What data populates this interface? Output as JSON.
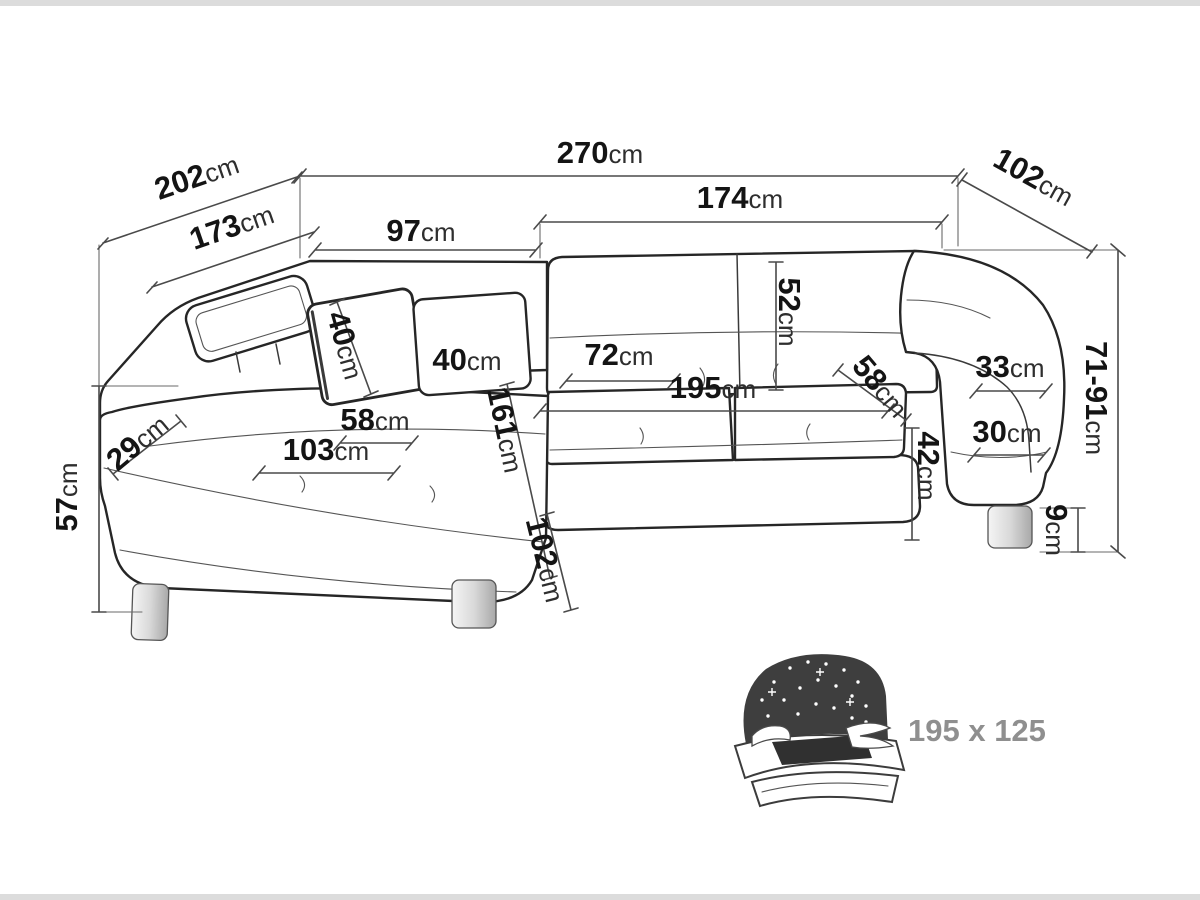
{
  "dims": {
    "d270": {
      "n": "270",
      "u": "cm"
    },
    "d202": {
      "n": "202",
      "u": "cm"
    },
    "d173": {
      "n": "173",
      "u": "cm"
    },
    "d97": {
      "n": "97",
      "u": "cm"
    },
    "d174": {
      "n": "174",
      "u": "cm"
    },
    "d102t": {
      "n": "102",
      "u": "cm"
    },
    "d7191": {
      "n": "71-91",
      "u": "cm"
    },
    "d9": {
      "n": "9",
      "u": "cm"
    },
    "d33": {
      "n": "33",
      "u": "cm"
    },
    "d30": {
      "n": "30",
      "u": "cm"
    },
    "d42": {
      "n": "42",
      "u": "cm"
    },
    "d58r": {
      "n": "58",
      "u": "cm"
    },
    "d52": {
      "n": "52",
      "u": "cm"
    },
    "d72": {
      "n": "72",
      "u": "cm"
    },
    "d195": {
      "n": "195",
      "u": "cm"
    },
    "d40a": {
      "n": "40",
      "u": "cm"
    },
    "d40b": {
      "n": "40",
      "u": "cm"
    },
    "d58l": {
      "n": "58",
      "u": "cm"
    },
    "d103": {
      "n": "103",
      "u": "cm"
    },
    "d161": {
      "n": "161",
      "u": "cm"
    },
    "d29": {
      "n": "29",
      "u": "cm"
    },
    "d57": {
      "n": "57",
      "u": "cm"
    },
    "d102b": {
      "n": "102",
      "u": "cm"
    }
  },
  "bed": {
    "label": "195 x 125"
  },
  "colors": {
    "line": "#262626",
    "dim_line": "#4a4a4a",
    "bed_headboard": "#3e3e3e",
    "bed_label": "#8f8f8f"
  }
}
